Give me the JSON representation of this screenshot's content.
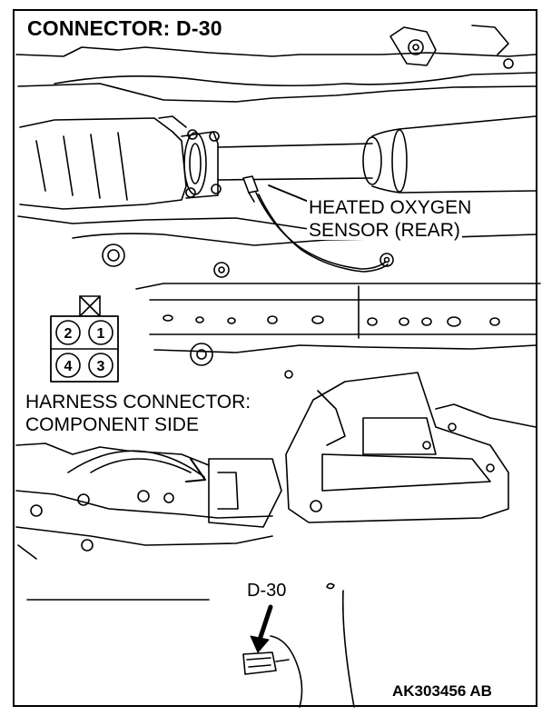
{
  "title": "CONNECTOR: D-30",
  "sensor_label": {
    "line1": "HEATED OXYGEN",
    "line2": "SENSOR (REAR)"
  },
  "harness_label": {
    "line1": "HARNESS CONNECTOR:",
    "line2": "COMPONENT SIDE"
  },
  "connector": {
    "pins": [
      "2",
      "1",
      "4",
      "3"
    ]
  },
  "connector_callout": "D-30",
  "figure_code": "AK303456 AB"
}
